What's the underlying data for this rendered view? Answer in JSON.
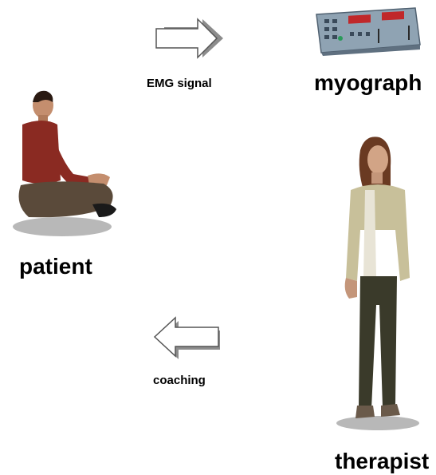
{
  "figure": {
    "arrow_top_label": "EMG signal",
    "arrow_bottom_label": "coaching",
    "device_label": "myograph",
    "patient_label": "patient",
    "therapist_label": "therapist",
    "colors": {
      "device_body": "#8fa3b3",
      "device_display": "#c0282a",
      "patient_shirt": "#8a2a22",
      "patient_pants": "#5a4a3a",
      "therapist_jacket": "#c8c09a",
      "therapist_pants": "#3a3a2a",
      "arrow_fill": "#ffffff",
      "arrow_shadow": "#9a9a9a"
    },
    "icons": [
      "myograph-device-icon",
      "patient-figure-icon",
      "therapist-figure-icon",
      "arrow-right-icon",
      "arrow-left-icon"
    ]
  }
}
